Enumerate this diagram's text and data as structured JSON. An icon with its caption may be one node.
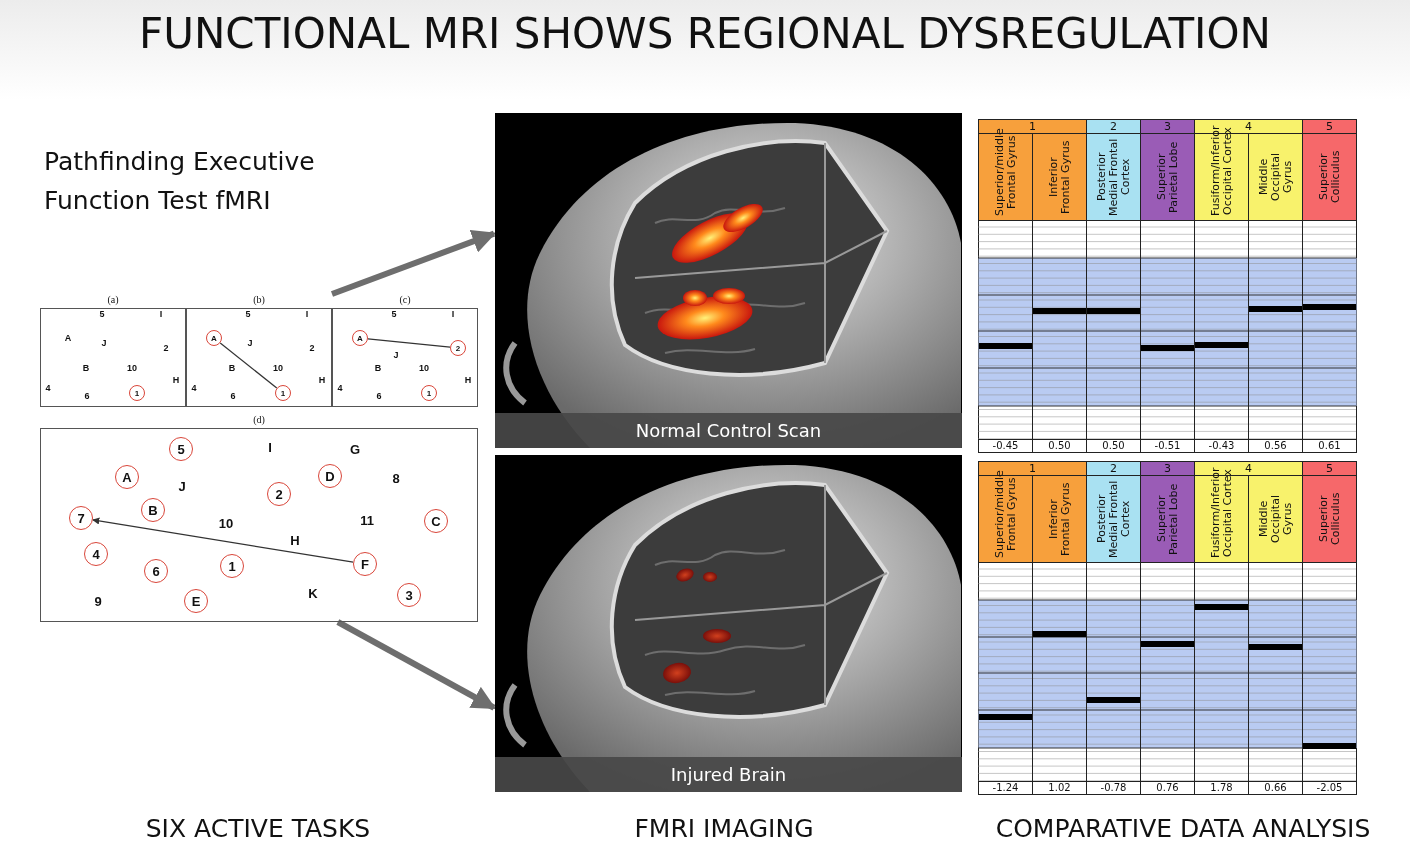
{
  "diagram": {
    "title": "FUNCTIONAL MRI SHOWS REGIONAL DYSREGULATION",
    "nodes": [
      {
        "text": [
          "(a)"
        ]
      },
      {
        "text": [
          "1"
        ],
        "in": 0
      },
      {
        "text": [
          "(b)"
        ]
      },
      {
        "text": [
          "A"
        ],
        "in": 2
      },
      {
        "text": [
          "1"
        ],
        "in": 2
      },
      {
        "text": [
          "(c)"
        ]
      },
      {
        "text": [
          "A"
        ],
        "in": 5
      },
      {
        "text": [
          "2"
        ],
        "in": 5
      },
      {
        "text": [
          "1"
        ],
        "in": 5
      },
      {
        "text": [
          "(d)"
        ]
      },
      {
        "text": [
          "5"
        ],
        "in": 9
      },
      {
        "text": [
          "A"
        ],
        "in": 9
      },
      {
        "text": [
          "D"
        ],
        "in": 9
      },
      {
        "text": [
          "2"
        ],
        "in": 9
      },
      {
        "text": [
          "7"
        ],
        "in": 9
      },
      {
        "text": [
          "B"
        ],
        "in": 9
      },
      {
        "text": [
          "C"
        ],
        "in": 9
      },
      {
        "text": [
          "4"
        ],
        "in": 9
      },
      {
        "text": [
          "6"
        ],
        "in": 9
      },
      {
        "text": [
          "1"
        ],
        "in": 9
      },
      {
        "text": [
          "F"
        ],
        "in": 9
      },
      {
        "text": [
          "E"
        ],
        "in": 9
      },
      {
        "text": [
          "3"
        ],
        "in": 9
      },
      {
        "text": [
          "Normal Control Scan"
        ]
      },
      {
        "text": [
          "Injured Brain"
        ]
      }
    ],
    "edges": [
      {
        "from": 3,
        "to": 4,
        "arrow": "none"
      },
      {
        "from": 6,
        "to": 7,
        "arrow": "none"
      },
      {
        "from": 20,
        "to": 14,
        "arrow": "to"
      },
      {
        "from": 5,
        "to": 23,
        "arrow": "to",
        "style": "thick",
        "color": "#6e6e6e"
      },
      {
        "from": 9,
        "to": 24,
        "arrow": "to",
        "style": "thick",
        "color": "#6e6e6e"
      }
    ],
    "labels": [
      "Pathfinding Executive Function Test fMRI",
      "5",
      "I",
      "A",
      "J",
      "2",
      "B",
      "10",
      "H",
      "4",
      "6",
      "5",
      "I",
      "J",
      "2",
      "B",
      "10",
      "H",
      "4",
      "6",
      "5",
      "I",
      "J",
      "B",
      "10",
      "H",
      "4",
      "6",
      "I",
      "G",
      "8",
      "J",
      "10",
      "11",
      "H",
      "9",
      "K",
      "1",
      "2",
      "3",
      "4",
      "5",
      "Superior/middle Frontal Gyrus",
      "Inferior Frontal Gyrus",
      "Posterior Medial Frontal Cortex",
      "Superior Parietal Lobe",
      "Fusiform/Inferior Occipital Cortex",
      "Middle Occipital Gyrus",
      "Superior Colliculus",
      "-0.45",
      "0.50",
      "0.50",
      "-0.51",
      "-0.43",
      "0.56",
      "0.61",
      "1",
      "2",
      "3",
      "4",
      "5",
      "Superior/middle Frontal Gyrus",
      "Inferior Frontal Gyrus",
      "Posterior Medial Frontal Cortex",
      "Superior Parietal Lobe",
      "Fusiform/Inferior Occipital Cortex",
      "Middle Occipital Gyrus",
      "Superior Colliculus",
      "-1.24",
      "1.02",
      "-0.78",
      "0.76",
      "1.78",
      "0.66",
      "-2.05",
      "SIX ACTIVE TASKS",
      "FMRI IMAGING",
      "COMPARATIVE DATA ANALYSIS"
    ]
  }
}
